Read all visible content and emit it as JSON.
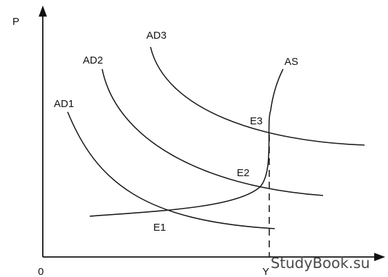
{
  "axes": {
    "y_label": "P",
    "origin_label": "0",
    "x_label": "Y"
  },
  "curves": {
    "ad1": "AD1",
    "ad2": "AD2",
    "ad3": "AD3",
    "as": "AS"
  },
  "points": {
    "e1": "E1",
    "e2": "E2",
    "e3": "E3"
  },
  "watermark": "StudyBook.su"
}
